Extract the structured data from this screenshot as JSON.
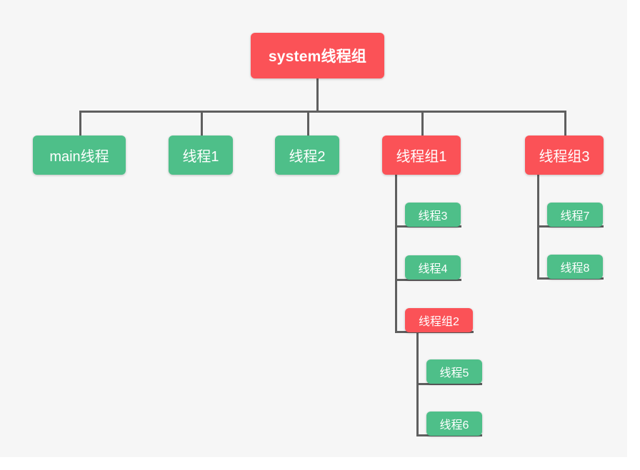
{
  "diagram": {
    "title": "system线程组",
    "background_color": "#f6f6f6",
    "line_color": "#5f5f5f",
    "group_color": "#fb5257",
    "thread_color": "#4ebf89",
    "text_color": "#ffffff",
    "nodes": {
      "root": {
        "label": "system线程组",
        "kind": "thread-group"
      },
      "main_thread": {
        "label": "main线程",
        "kind": "thread"
      },
      "thread1": {
        "label": "线程1",
        "kind": "thread"
      },
      "thread2": {
        "label": "线程2",
        "kind": "thread"
      },
      "group1": {
        "label": "线程组1",
        "kind": "thread-group"
      },
      "group3": {
        "label": "线程组3",
        "kind": "thread-group"
      },
      "thread3": {
        "label": "线程3",
        "kind": "thread"
      },
      "thread4": {
        "label": "线程4",
        "kind": "thread"
      },
      "group2": {
        "label": "线程组2",
        "kind": "thread-group"
      },
      "thread5": {
        "label": "线程5",
        "kind": "thread"
      },
      "thread6": {
        "label": "线程6",
        "kind": "thread"
      },
      "thread7": {
        "label": "线程7",
        "kind": "thread"
      },
      "thread8": {
        "label": "线程8",
        "kind": "thread"
      }
    }
  }
}
